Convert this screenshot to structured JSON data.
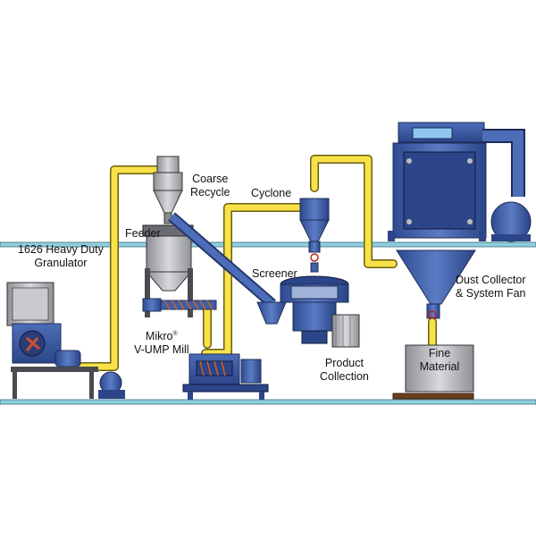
{
  "labels": {
    "granulator": [
      "1626 Heavy Duty",
      "Granulator"
    ],
    "feeder": "Feeder",
    "coarse_recycle": [
      "Coarse",
      "Recycle"
    ],
    "cyclone": "Cyclone",
    "screener": "Screener",
    "mill_brand": "Mikro",
    "mill_mark": "®",
    "mill_model": "V-UMP Mill",
    "product_collection": [
      "Product",
      "Collection"
    ],
    "dust_collector": [
      "Dust Collector",
      "& System Fan"
    ],
    "fine_material": [
      "Fine",
      "Material"
    ]
  },
  "colors": {
    "pipe_yellow": "#f7e24a",
    "equipment_blue": "#3f5fa8",
    "equipment_dark": "#24386e",
    "floor_line": "#8fd0df",
    "steel_gray": "#b9b9bd"
  }
}
